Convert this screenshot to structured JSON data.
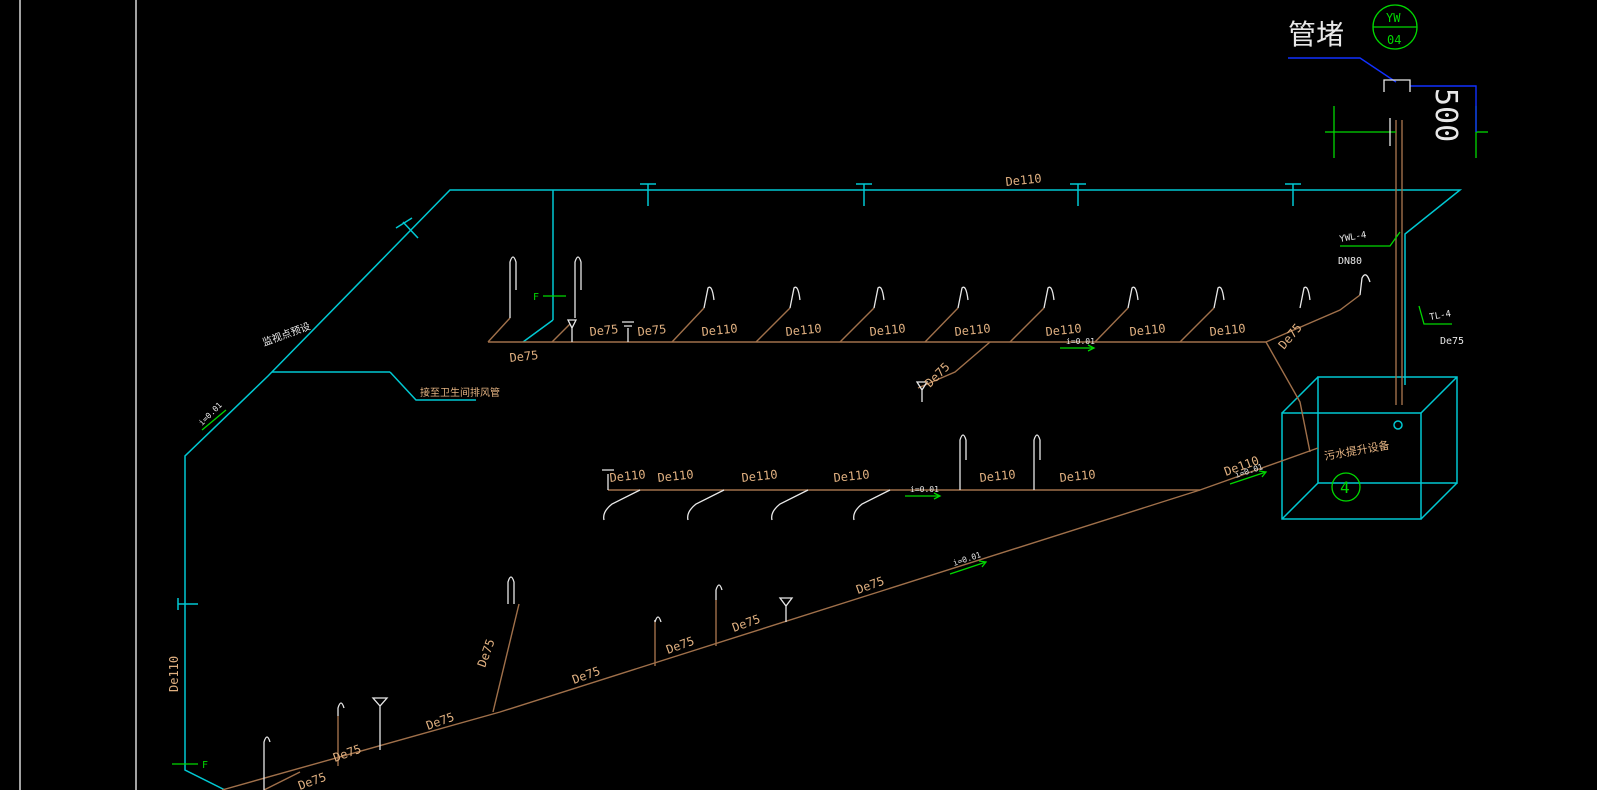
{
  "colors": {
    "background": "#000000",
    "vent_pipe": "#00c8d2",
    "drain_pipe": "#a0704a",
    "fixture": "#e8e8e8",
    "annotation": "#00d800",
    "leader": "#1030ff",
    "label": "#e0b080"
  },
  "title_block": {
    "note": "管堵",
    "ref_top": "YW",
    "ref_bottom": "04",
    "dimension": "500"
  },
  "riser_labels": {
    "ywl_tag": "YWL-4",
    "ywl_size": "DN80",
    "tl_tag": "TL-4",
    "tl_size": "De75"
  },
  "tank": {
    "label": "污水提升设备",
    "number": "4"
  },
  "pipe_labels": {
    "vent_main": "De110",
    "vent_left": "De110",
    "upper_row": [
      "De75",
      "De75",
      "De75",
      "De110",
      "De110",
      "De110",
      "De110",
      "De110",
      "De110",
      "De110",
      "De75"
    ],
    "upper_branch": "De75",
    "middle_row": [
      "De110",
      "De110",
      "De110",
      "De110",
      "De110",
      "De110",
      "De110"
    ],
    "lower_row": [
      "De75",
      "De75",
      "De75",
      "De75",
      "De75",
      "De75",
      "De75",
      "De75"
    ],
    "slope_upper": "i=0.01",
    "slope_middle": "i=0.01",
    "slope_lower": "i=0.01",
    "slope_connector": "i=0.01",
    "slope_vent": "i=0.01"
  },
  "notes": {
    "vent_cap": "监视点预设",
    "vent_branch": "接至卫生间排风管",
    "valve_upper": "F",
    "valve_lower": "F"
  }
}
